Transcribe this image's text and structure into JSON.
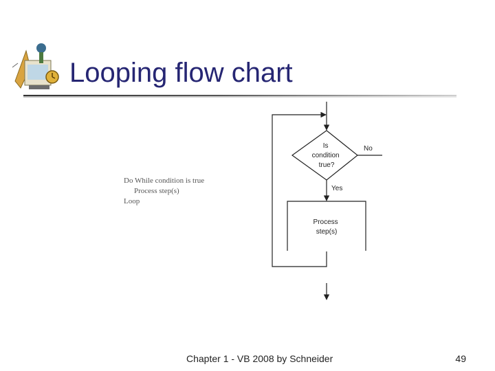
{
  "slide": {
    "title": "Looping flow chart",
    "footer": "Chapter 1 - VB 2008 by Schneider",
    "page_number": "49"
  },
  "pseudocode": {
    "lines": [
      "Do While condition is true",
      "Process step(s)",
      "Loop"
    ]
  },
  "flowchart": {
    "decision_lines": [
      "Is",
      "condition",
      "true?"
    ],
    "yes_label": "Yes",
    "no_label": "No",
    "process_lines": [
      "Process",
      "step(s)"
    ]
  },
  "logo_icon": "clipart-logo-icon"
}
